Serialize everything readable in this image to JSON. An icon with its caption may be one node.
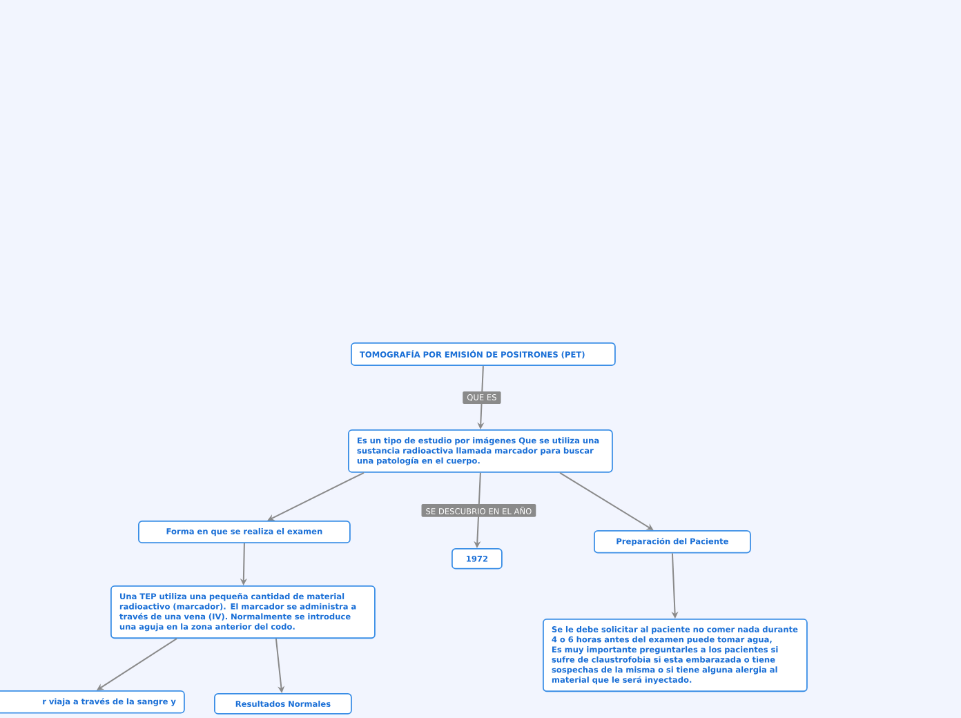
{
  "diagram": {
    "nodes": [
      {
        "text": [
          "TOMOGRAFÍA POR EMISIÓN DE POSITRONES (PET)"
        ]
      },
      {
        "text": [
          "Es un tipo de estudio por imágenes Que se utiliza una sustancia radioactiva llamada marcador para buscar una patología en el cuerpo."
        ]
      },
      {
        "text": [
          "Forma en que se realiza el examen"
        ]
      },
      {
        "text": [
          "1972"
        ]
      },
      {
        "text": [
          "Preparación del Paciente"
        ]
      },
      {
        "text": [
          "Una TEP utiliza una pequeña cantidad de material radioactivo (marcador). El marcador se administra a través de una vena (IV). Normalmente se introduce una aguja en la zona anterior del codo."
        ]
      },
      {
        "text": [
          "Se le debe solicitar al paciente no comer nada durante 4 o 6 horas antes del examen puede tomar agua, Es muy importante preguntarles a los pacientes si sufre de claustrofobia si esta embarazada o tiene sospechas de la misma o si tiene alguna alergia al material que le será inyectado."
        ]
      },
      {
        "text": [
          "r viaja a través de la sangre y"
        ]
      },
      {
        "text": [
          "Resultados Normales"
        ]
      }
    ],
    "edges": [
      {
        "from": 0,
        "to": 1,
        "arrow": "to",
        "label": "QUE ES"
      },
      {
        "from": 1,
        "to": 2,
        "arrow": "to"
      },
      {
        "from": 1,
        "to": 3,
        "arrow": "to",
        "label": "SE DESCUBRIO EN EL AÑO"
      },
      {
        "from": 1,
        "to": 4,
        "arrow": "to"
      },
      {
        "from": 2,
        "to": 5,
        "arrow": "to"
      },
      {
        "from": 4,
        "to": 6,
        "arrow": "to"
      },
      {
        "from": 5,
        "to": 7,
        "arrow": "to"
      },
      {
        "from": 5,
        "to": 8,
        "arrow": "to"
      }
    ]
  }
}
